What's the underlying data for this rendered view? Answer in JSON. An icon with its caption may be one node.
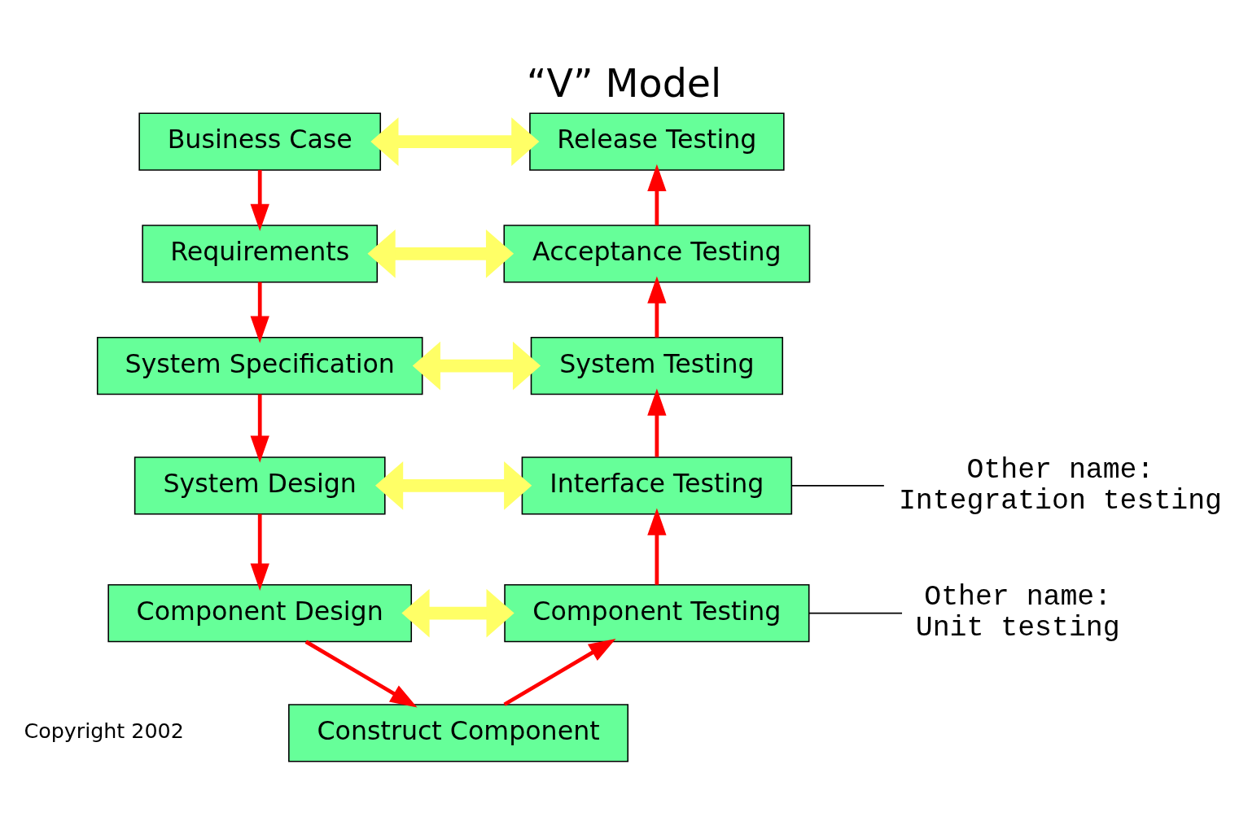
{
  "diagram": {
    "title": "“V” Model",
    "nodes": [
      {
        "text": [
          "Business Case"
        ]
      },
      {
        "text": [
          "Requirements"
        ]
      },
      {
        "text": [
          "System Specification"
        ]
      },
      {
        "text": [
          "System Design"
        ]
      },
      {
        "text": [
          "Component Design"
        ]
      },
      {
        "text": [
          "Construct Component"
        ]
      },
      {
        "text": [
          "Component Testing"
        ]
      },
      {
        "text": [
          "Interface Testing"
        ]
      },
      {
        "text": [
          "System Testing"
        ]
      },
      {
        "text": [
          "Acceptance Testing"
        ]
      },
      {
        "text": [
          "Release Testing"
        ]
      },
      {
        "text": [
          "Other name: Integration testing"
        ]
      },
      {
        "text": [
          "Other name: Unit testing"
        ]
      }
    ],
    "edges": [
      {
        "from": 0,
        "to": 1,
        "arrow": "to",
        "color": "#ff0000"
      },
      {
        "from": 1,
        "to": 2,
        "arrow": "to",
        "color": "#ff0000"
      },
      {
        "from": 2,
        "to": 3,
        "arrow": "to",
        "color": "#ff0000"
      },
      {
        "from": 3,
        "to": 4,
        "arrow": "to",
        "color": "#ff0000"
      },
      {
        "from": 4,
        "to": 5,
        "arrow": "to",
        "color": "#ff0000"
      },
      {
        "from": 5,
        "to": 6,
        "arrow": "to",
        "color": "#ff0000"
      },
      {
        "from": 6,
        "to": 7,
        "arrow": "to",
        "color": "#ff0000"
      },
      {
        "from": 7,
        "to": 8,
        "arrow": "to",
        "color": "#ff0000"
      },
      {
        "from": 8,
        "to": 9,
        "arrow": "to",
        "color": "#ff0000"
      },
      {
        "from": 9,
        "to": 10,
        "arrow": "to",
        "color": "#ff0000"
      },
      {
        "from": 0,
        "to": 10,
        "arrow": "both",
        "style": "thick",
        "color": "#ffff66"
      },
      {
        "from": 1,
        "to": 9,
        "arrow": "both",
        "style": "thick",
        "color": "#ffff66"
      },
      {
        "from": 2,
        "to": 8,
        "arrow": "both",
        "style": "thick",
        "color": "#ffff66"
      },
      {
        "from": 3,
        "to": 7,
        "arrow": "both",
        "style": "thick",
        "color": "#ffff66"
      },
      {
        "from": 4,
        "to": 6,
        "arrow": "both",
        "style": "thick",
        "color": "#ffff66"
      },
      {
        "from": 11,
        "to": 7,
        "arrow": "none",
        "color": "#000000"
      },
      {
        "from": 12,
        "to": 6,
        "arrow": "none",
        "color": "#000000"
      }
    ],
    "labels": [
      "Copyright 2002"
    ]
  }
}
